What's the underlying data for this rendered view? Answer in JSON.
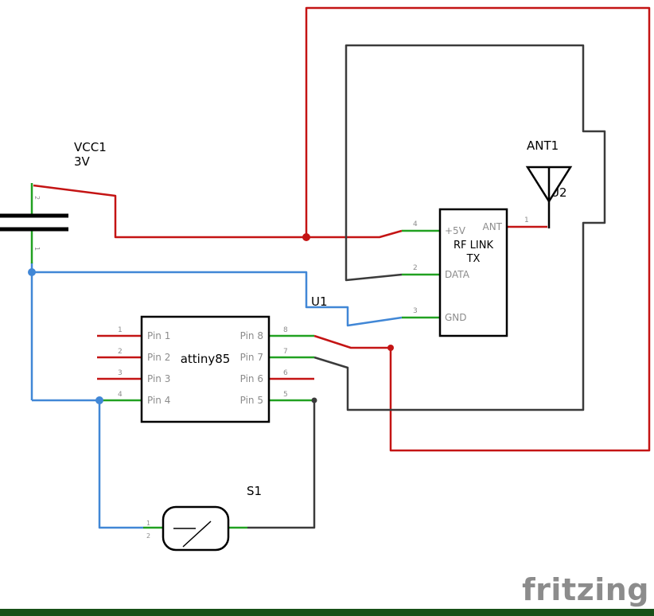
{
  "meta": {
    "watermark": "fritzing"
  },
  "colors": {
    "wire_red": "#c41414",
    "wire_blue": "#4187d6",
    "wire_green": "#21a121",
    "wire_black": "#3b3b3b",
    "component_outline": "#000000",
    "label_gray": "#8c8c8c",
    "text_black": "#000000",
    "footer_green": "#175017",
    "background": "#ffffff"
  },
  "battery": {
    "ref": "VCC1",
    "value": "3V",
    "pin_top": "2",
    "pin_bottom": "1"
  },
  "mcu": {
    "ref": "U1",
    "name": "attiny85",
    "left_pins": [
      {
        "num": "1",
        "label": "Pin 1"
      },
      {
        "num": "2",
        "label": "Pin 2"
      },
      {
        "num": "3",
        "label": "Pin 3"
      },
      {
        "num": "4",
        "label": "Pin 4"
      }
    ],
    "right_pins": [
      {
        "num": "8",
        "label": "Pin 8"
      },
      {
        "num": "7",
        "label": "Pin 7"
      },
      {
        "num": "6",
        "label": "Pin 6"
      },
      {
        "num": "5",
        "label": "Pin 5"
      }
    ]
  },
  "rf_module": {
    "ref": "U2",
    "title_line1": "RF LINK",
    "title_line2": "TX",
    "pins": {
      "vcc": {
        "num": "4",
        "label": "+5V"
      },
      "ant": {
        "num": "1",
        "label": "ANT"
      },
      "data": {
        "num": "2",
        "label": "DATA"
      },
      "gnd": {
        "num": "3",
        "label": "GND"
      }
    }
  },
  "antenna": {
    "ref": "ANT1"
  },
  "switch": {
    "ref": "S1",
    "pin_top": "1",
    "pin_bottom": "2"
  }
}
